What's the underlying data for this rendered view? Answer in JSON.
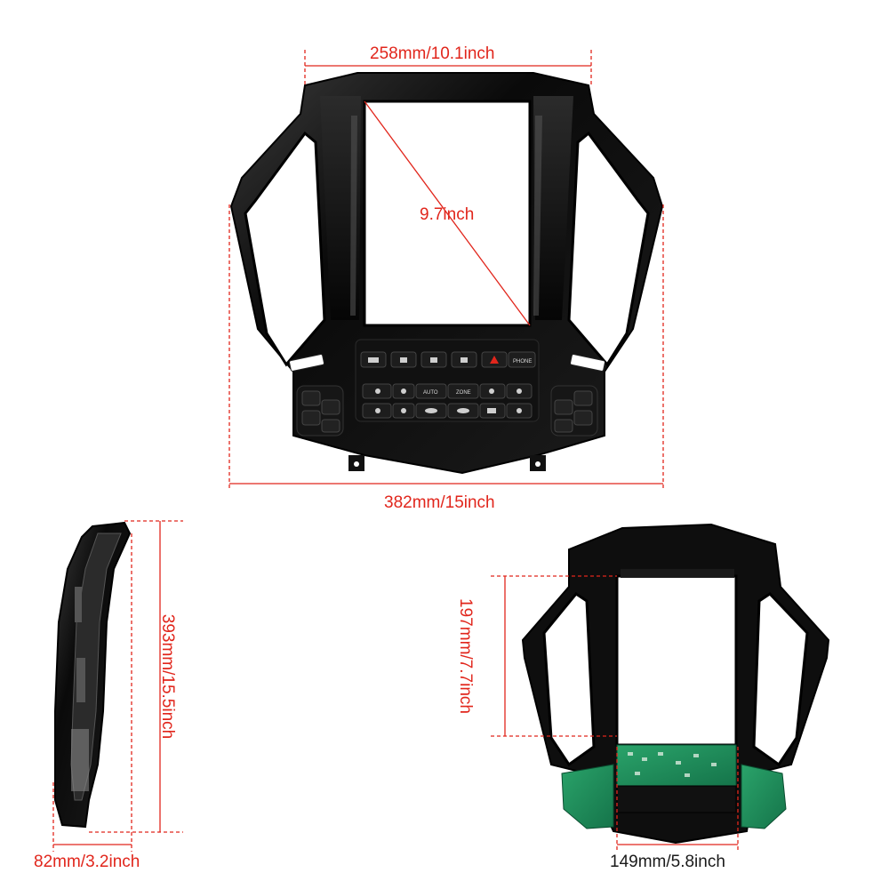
{
  "measurements": {
    "top_width": "258mm/10.1inch",
    "screen_diagonal": "9.7inch",
    "bottom_width": "382mm/15inch",
    "side_height": "393mm/15.5inch",
    "side_depth": "82mm/3.2inch",
    "rear_height": "197mm/7.7inch",
    "rear_width": "149mm/5.8inch"
  },
  "panel_buttons": {
    "phone": "PHONE",
    "auto": "AUTO",
    "zone": "ZONE"
  },
  "colors": {
    "dimension_line": "#e1261c",
    "frame": "#0c0c0c",
    "pcb": "#1f8a55"
  }
}
